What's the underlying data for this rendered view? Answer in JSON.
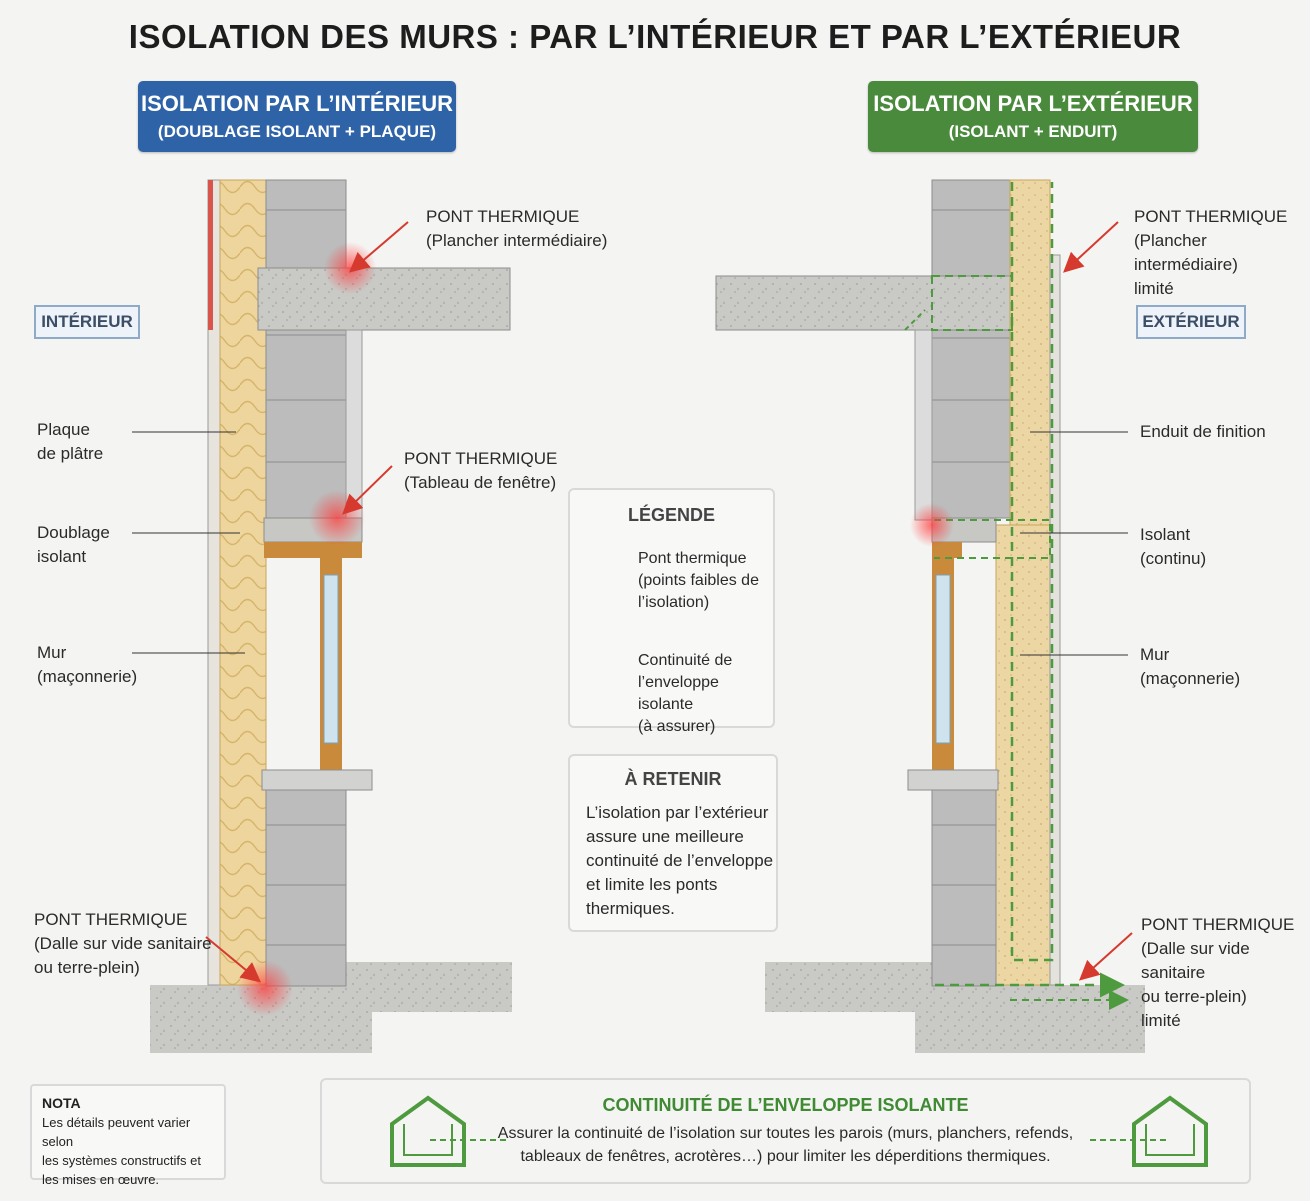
{
  "title": "ISOLATION DES MURS : PAR L’INTÉRIEUR ET PAR L’EXTÉRIEUR",
  "colors": {
    "interior_badge": "#2f63a8",
    "exterior_badge": "#4a8a3c",
    "insulation": "#ecd49a",
    "masonry": "#bdbdbd",
    "concrete": "#c7c7c4",
    "thermal_bridge": "#d63a2e",
    "continuity": "#4e9a3e"
  },
  "interior": {
    "badge_line1": "ISOLATION PAR L’INTÉRIEUR",
    "badge_line2": "(DOUBLAGE ISOLANT + PLAQUE)",
    "side_tag": "INTÉRIEUR",
    "labels": {
      "plaque_l1": "Plaque",
      "plaque_l2": "de plâtre",
      "doublage_l1": "Doublage",
      "doublage_l2": "isolant",
      "mur_l1": "Mur",
      "mur_l2": "(maçonnerie)"
    },
    "bridges": {
      "b1_title": "PONT THERMIQUE",
      "b1_sub": "(Plancher intermédiaire)",
      "b2_title": "PONT THERMIQUE",
      "b2_sub": "(Tableau de fenêtre)",
      "b3_title": "PONT THERMIQUE",
      "b3_sub1": "(Dalle sur vide sanitaire",
      "b3_sub2": "ou terre-plein)"
    }
  },
  "exterior": {
    "badge_line1": "ISOLATION PAR L’EXTÉRIEUR",
    "badge_line2": "(ISOLANT + ENDUIT)",
    "side_tag": "EXTÉRIEUR",
    "labels": {
      "enduit": "Enduit de finition",
      "isolant_l1": "Isolant",
      "isolant_l2": "(continu)",
      "mur_l1": "Mur",
      "mur_l2": "(maçonnerie)"
    },
    "bridges": {
      "b1_title": "PONT THERMIQUE",
      "b1_sub": "(Plancher intermédiaire)",
      "b1_note": "limité",
      "b3_title": "PONT THERMIQUE",
      "b3_sub1": "(Dalle sur vide sanitaire",
      "b3_sub2": "ou terre-plein)",
      "b3_note": "limité"
    }
  },
  "legend": {
    "title": "LÉGENDE",
    "item1_l1": "Pont thermique",
    "item1_l2": "(points faibles de",
    "item1_l3": "l’isolation)",
    "item2_l1": "Continuité de",
    "item2_l2": "l’enveloppe isolante",
    "item2_l3": "(à assurer)"
  },
  "retenir": {
    "title": "À RETENIR",
    "lines": [
      "L’isolation par l’extérieur",
      "assure une meilleure",
      "continuité de l’enveloppe",
      "et limite les ponts",
      "thermiques."
    ]
  },
  "nota": {
    "title": "NOTA",
    "lines": [
      "Les détails peuvent varier selon",
      "les systèmes constructifs et",
      "les mises en œuvre."
    ]
  },
  "continuity_box": {
    "title": "CONTINUITÉ DE L’ENVELOPPE ISOLANTE",
    "line1": "Assurer la continuité de l’isolation sur toutes les parois (murs, planchers, refends,",
    "line2": "tableaux de fenêtres, acrotères…) pour limiter les déperditions thermiques."
  }
}
